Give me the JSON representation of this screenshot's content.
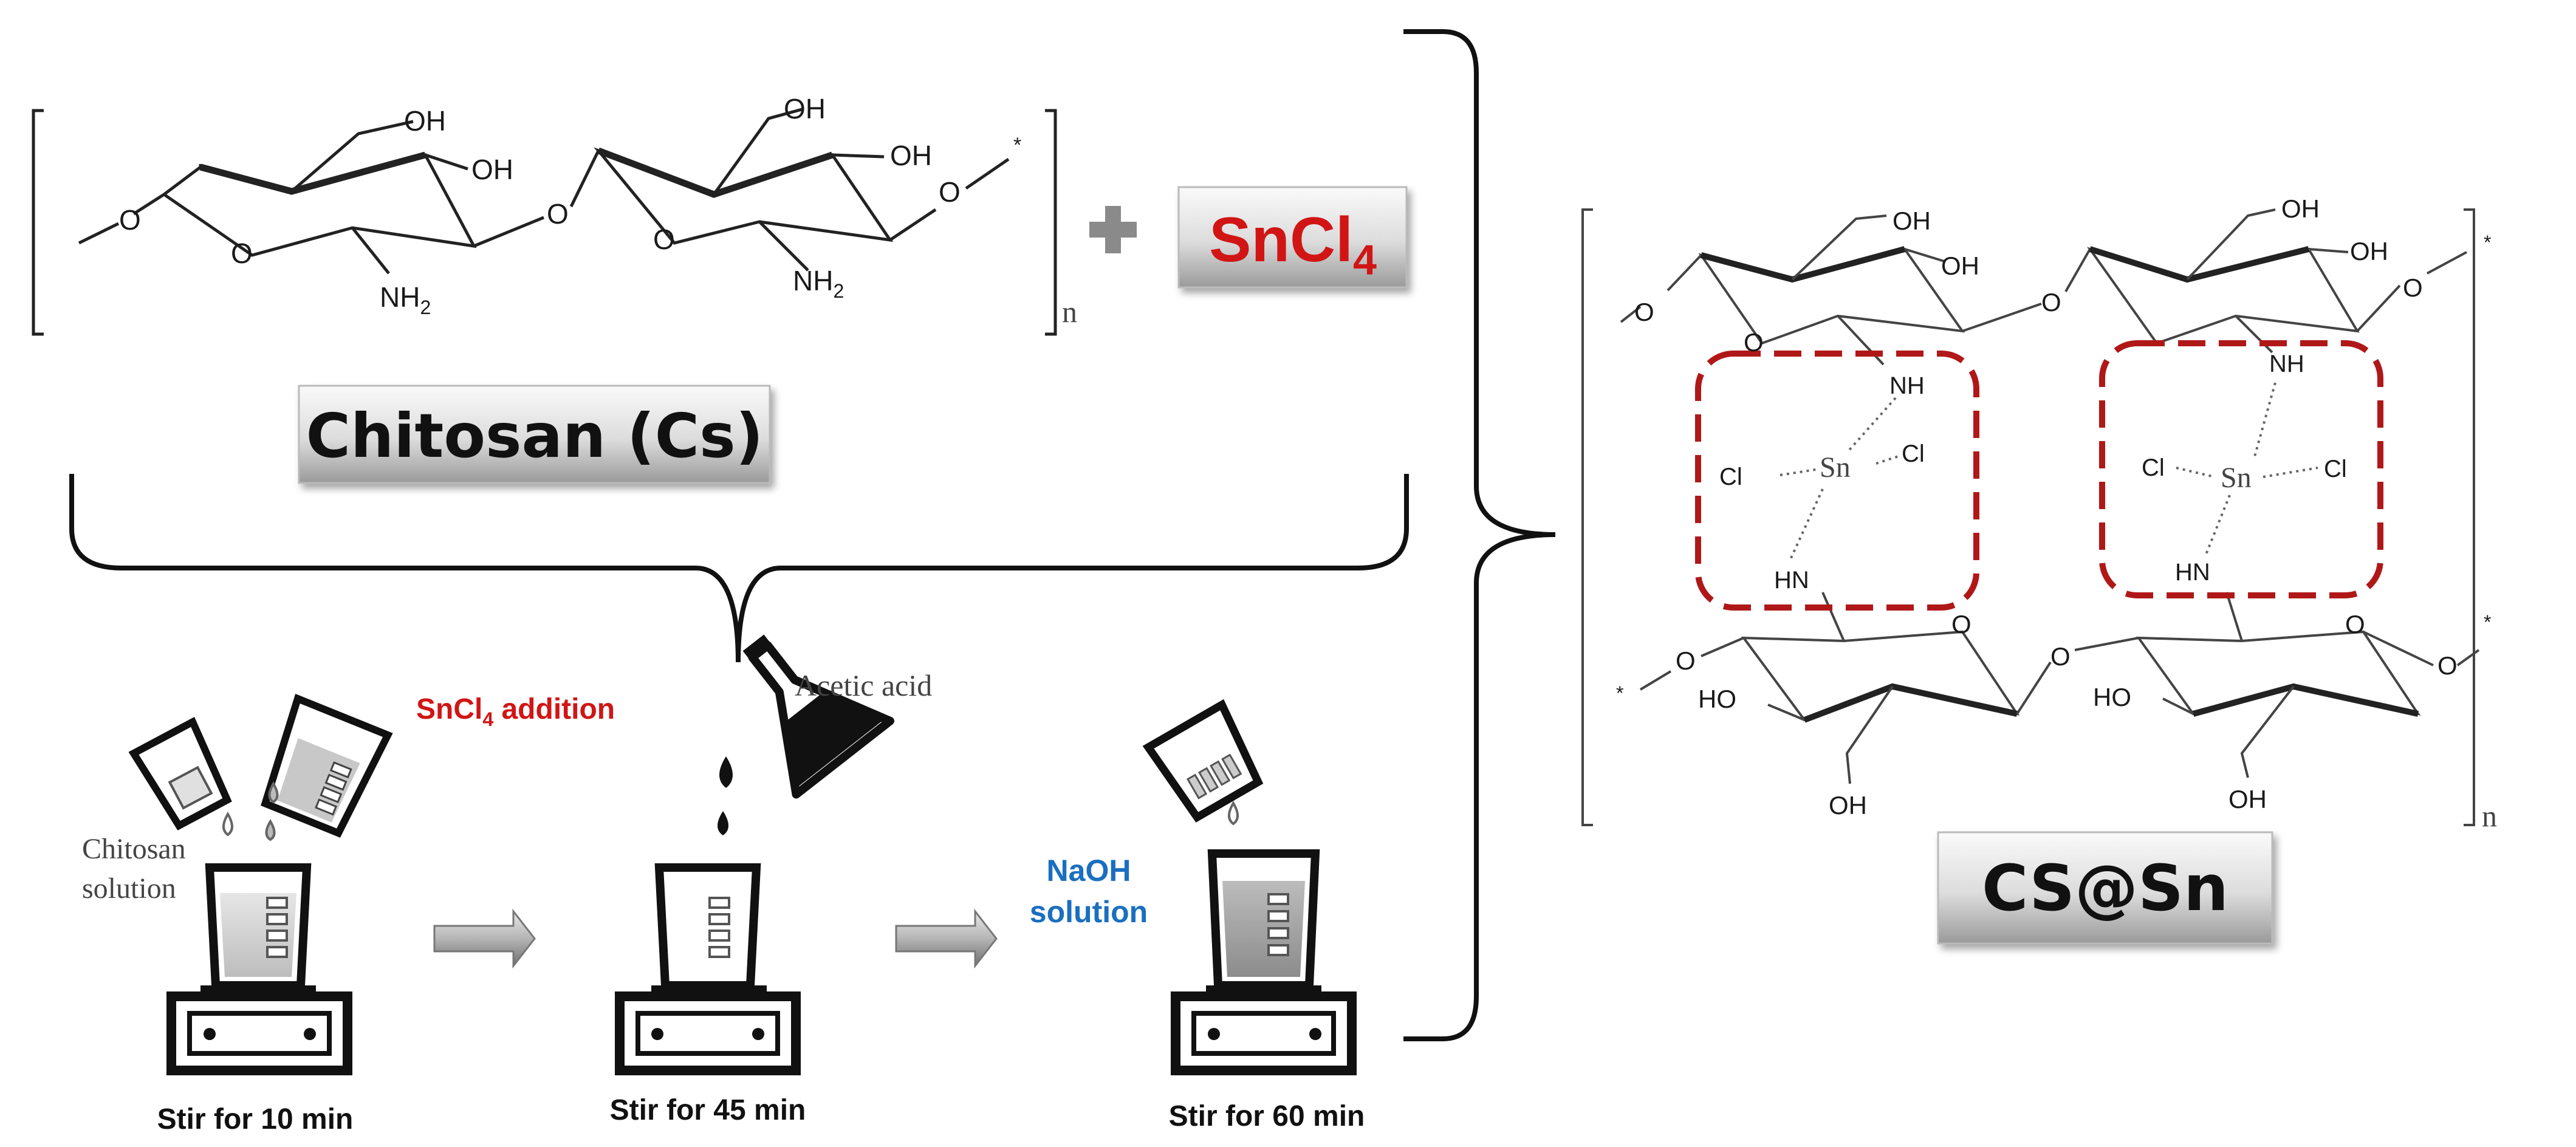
{
  "reagents": {
    "chitosan_label": "Chitosan (Cs)",
    "sncl4_main": "SnCl",
    "sncl4_sub": "4",
    "product_label": "CS@Sn"
  },
  "chitosan_structure": {
    "oh": "OH",
    "nh2_main": "NH",
    "nh2_sub": "2",
    "o": "O",
    "star": "*",
    "n": "n"
  },
  "complex_structure": {
    "oh": "OH",
    "ho": "HO",
    "nh": "NH",
    "hn": "HN",
    "cl": "Cl",
    "sn": "Sn",
    "o": "O",
    "star": "*",
    "n": "n"
  },
  "procedure": {
    "sncl4_addition_main": "SnCl",
    "sncl4_addition_sub": "4",
    "sncl4_addition_rest": " addition",
    "chitosan_solution_line1": "Chitosan",
    "chitosan_solution_line2": "solution",
    "acetic_acid": "Acetic acid",
    "naoh_line1": "NaOH",
    "naoh_line2": "solution",
    "steps": [
      {
        "label": "Stir for 10 min"
      },
      {
        "label": "Stir for 45 min"
      },
      {
        "label": "Stir for 60 min"
      }
    ]
  },
  "colors": {
    "red_text": "#d11515",
    "blue_text": "#1a6fc0",
    "dashed_box": "#b01818"
  }
}
